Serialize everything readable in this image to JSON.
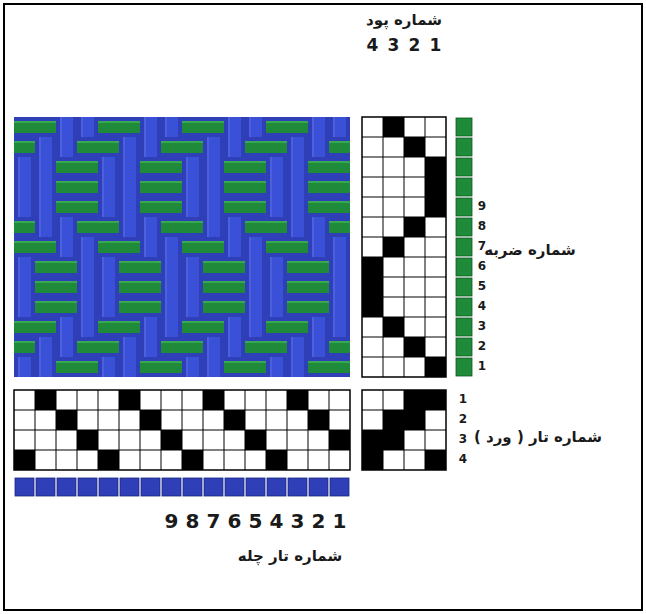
{
  "diagram": {
    "labels": [
      "شماره پود",
      "4",
      "3",
      "2",
      "1",
      "9",
      "8",
      "7",
      "6",
      "5",
      "4",
      "3",
      "2",
      "1",
      "شماره ضربه",
      "1",
      "2",
      "3",
      "4",
      "شماره تار ( ورد )",
      "9",
      "8",
      "7",
      "6",
      "5",
      "4",
      "3",
      "2",
      "1",
      "شماره تار چله"
    ]
  }
}
